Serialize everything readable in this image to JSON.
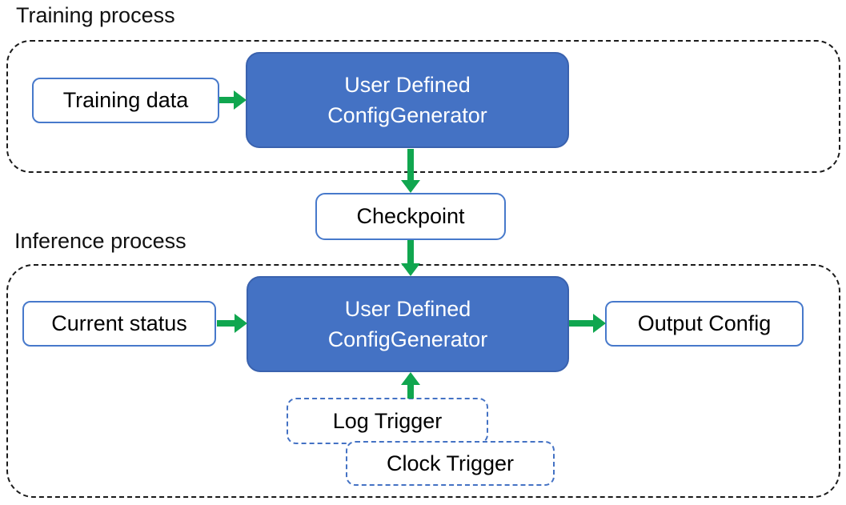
{
  "diagram": {
    "training": {
      "label": "Training process",
      "data_box": "Training data",
      "generator": {
        "line1": "User Defined",
        "line2": "ConfigGenerator"
      }
    },
    "checkpoint": "Checkpoint",
    "inference": {
      "label": "Inference process",
      "status_box": "Current status",
      "generator": {
        "line1": "User Defined",
        "line2": "ConfigGenerator"
      },
      "output_box": "Output Config",
      "log_trigger": "Log Trigger",
      "clock_trigger": "Clock Trigger"
    },
    "colors": {
      "box_fill_blue": "#4472c4",
      "box_border_blue": "#3a62ae",
      "outline_blue": "#4779cb",
      "arrow_green": "#10a64f",
      "container_dash": "#1a1a1a",
      "trigger_dash_blue": "#4472c4"
    }
  }
}
